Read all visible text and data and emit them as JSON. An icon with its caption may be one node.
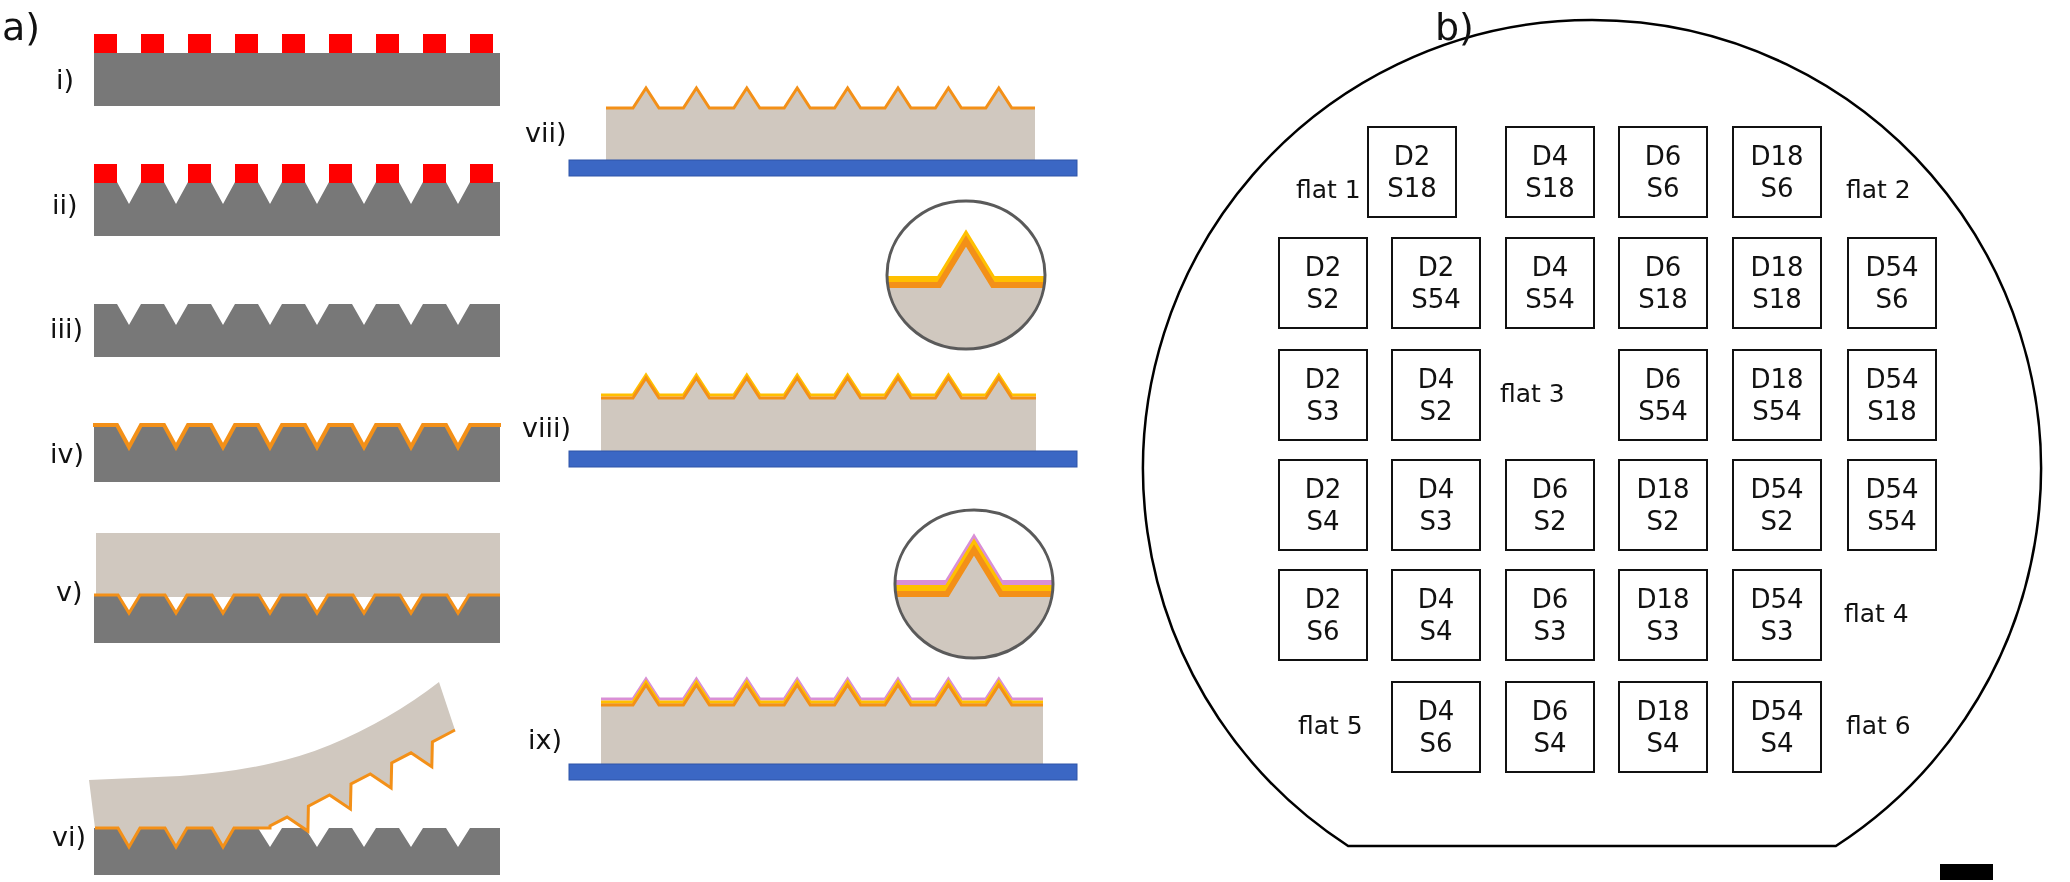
{
  "diagram": {
    "nodes": [
      {
        "text": [],
        "shape": "circle"
      },
      {
        "text": [
          "D2 S18"
        ],
        "in": 0
      },
      {
        "text": [
          "D4 S18"
        ],
        "in": 0
      },
      {
        "text": [
          "D6 S6"
        ],
        "in": 0
      },
      {
        "text": [
          "D18 S6"
        ],
        "in": 0
      },
      {
        "text": [
          "D2 S2"
        ],
        "in": 0
      },
      {
        "text": [
          "D2 S54"
        ],
        "in": 0
      },
      {
        "text": [
          "D4 S54"
        ],
        "in": 0
      },
      {
        "text": [
          "D6 S18"
        ],
        "in": 0
      },
      {
        "text": [
          "D18 S18"
        ],
        "in": 0
      },
      {
        "text": [
          "D54 S6"
        ],
        "in": 0
      },
      {
        "text": [
          "D2 S3"
        ],
        "in": 0
      },
      {
        "text": [
          "D4 S2"
        ],
        "in": 0
      },
      {
        "text": [
          "D6 S54"
        ],
        "in": 0
      },
      {
        "text": [
          "D18 S54"
        ],
        "in": 0
      },
      {
        "text": [
          "D54 S18"
        ],
        "in": 0
      },
      {
        "text": [
          "D2 S4"
        ],
        "in": 0
      },
      {
        "text": [
          "D4 S3"
        ],
        "in": 0
      },
      {
        "text": [
          "D6 S2"
        ],
        "in": 0
      },
      {
        "text": [
          "D18 S2"
        ],
        "in": 0
      },
      {
        "text": [
          "D54 S2"
        ],
        "in": 0
      },
      {
        "text": [
          "D54 S54"
        ],
        "in": 0
      },
      {
        "text": [
          "D2 S6"
        ],
        "in": 0
      },
      {
        "text": [
          "D4 S4"
        ],
        "in": 0
      },
      {
        "text": [
          "D6 S3"
        ],
        "in": 0
      },
      {
        "text": [
          "D18 S3"
        ],
        "in": 0
      },
      {
        "text": [
          "D54 S3"
        ],
        "in": 0
      },
      {
        "text": [
          "D4 S6"
        ],
        "in": 0
      },
      {
        "text": [
          "D6 S4"
        ],
        "in": 0
      },
      {
        "text": [
          "D18 S4"
        ],
        "in": 0
      },
      {
        "text": [
          "D54 S4"
        ],
        "in": 0
      }
    ],
    "labels": [
      "a)",
      "i)",
      "ii)",
      "iii)",
      "iv)",
      "v)",
      "vi)",
      "vii)",
      "viii)",
      "ix)",
      "b)",
      "flat 1",
      "flat 2",
      "flat 3",
      "flat 4",
      "flat 5",
      "flat 6"
    ]
  }
}
